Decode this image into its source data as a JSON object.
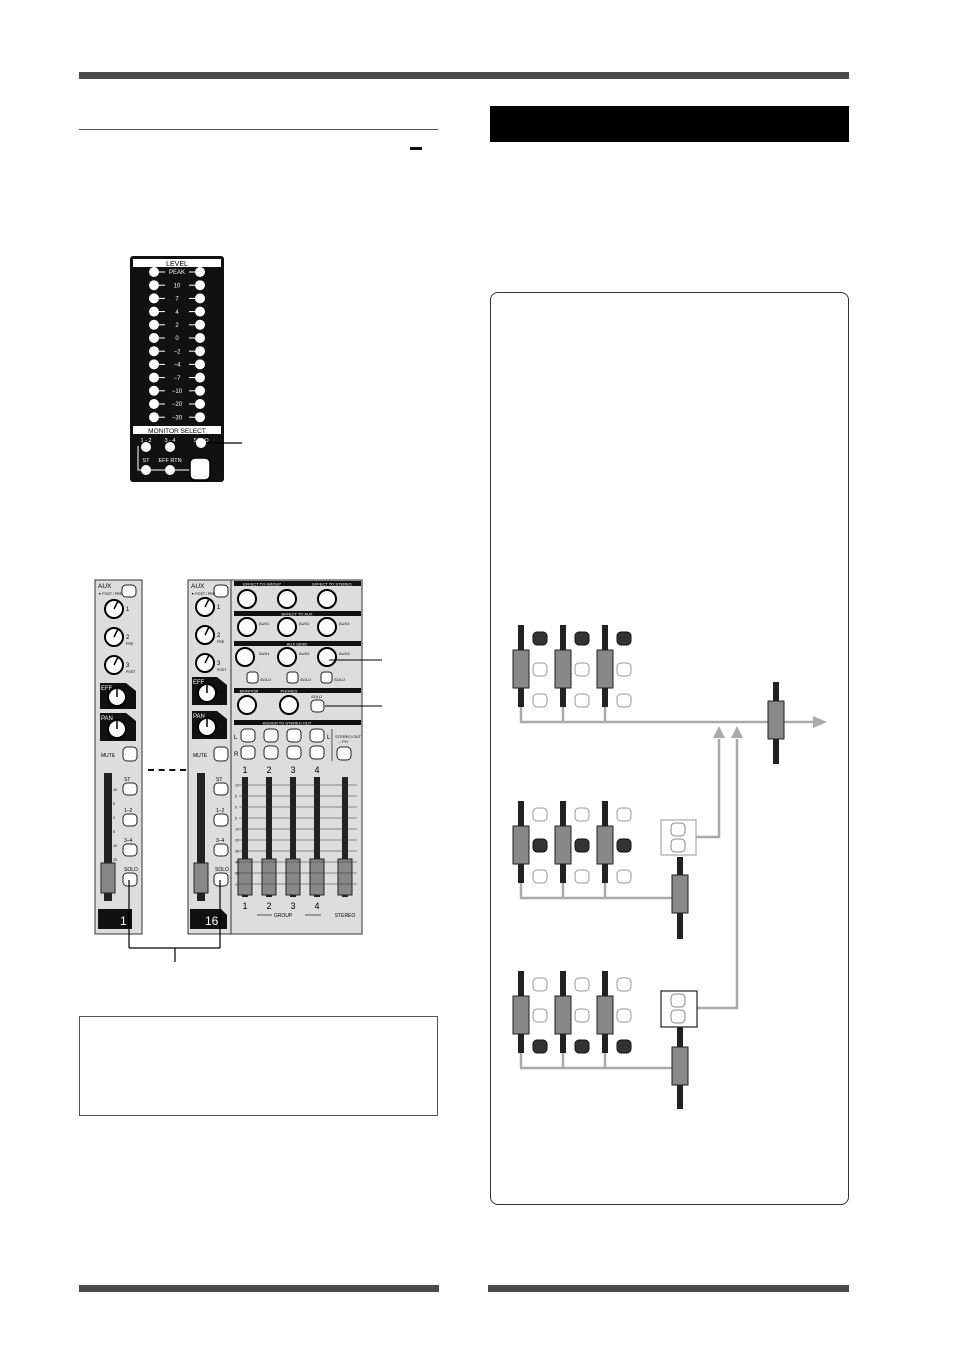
{
  "level_meter": {
    "header": "LEVEL",
    "scale": [
      "PEAK",
      "10",
      "7",
      "4",
      "2",
      "0",
      "−2",
      "−4",
      "−7",
      "−10",
      "−20",
      "−30"
    ],
    "monitor_select": "MONITOR SELECT",
    "buttons": {
      "b12": "1 - 2",
      "b34": "3 - 4",
      "solo": "SOLO",
      "st": "ST",
      "eff_rtn": "EFF RTN"
    }
  },
  "mixer_strip": {
    "aux": "AUX",
    "aux_sel": "▼ POST / PRE",
    "aux_nums": [
      "1",
      "2",
      "3"
    ],
    "pre_label": "PRE",
    "post_label": "POST",
    "eff": "EFF",
    "pan": "PAN",
    "mute": "MUTE",
    "st": "ST",
    "g12": "1–2",
    "g34": "3–4",
    "solo": "SOLO",
    "channel_first": "1",
    "channel_last": "16"
  },
  "master": {
    "effect_to_group": "EFFECT TO GROUP",
    "effect_to_stereo": "EFFECT TO STEREO",
    "effect_to_aux": "EFFECT TO AUX",
    "aux_send": "AUX SEND",
    "aux1": "AUX1",
    "aux2": "AUX2",
    "aux3": "AUX3",
    "solo": "SOLO",
    "monitor": "MONITOR",
    "headphones": "PHONES",
    "assign": "ASSIGN TO STEREO OUT",
    "L": "L",
    "R": "R",
    "stereo_out": "STEREO OUT",
    "sub_ph": "→ PH",
    "groups": [
      "1",
      "2",
      "3",
      "4"
    ],
    "group": "GROUP",
    "stereo": "STEREO"
  },
  "fader_ticks": [
    "10",
    "5",
    "0",
    "5",
    "10",
    "20",
    "30",
    "40",
    "50",
    "∞"
  ]
}
